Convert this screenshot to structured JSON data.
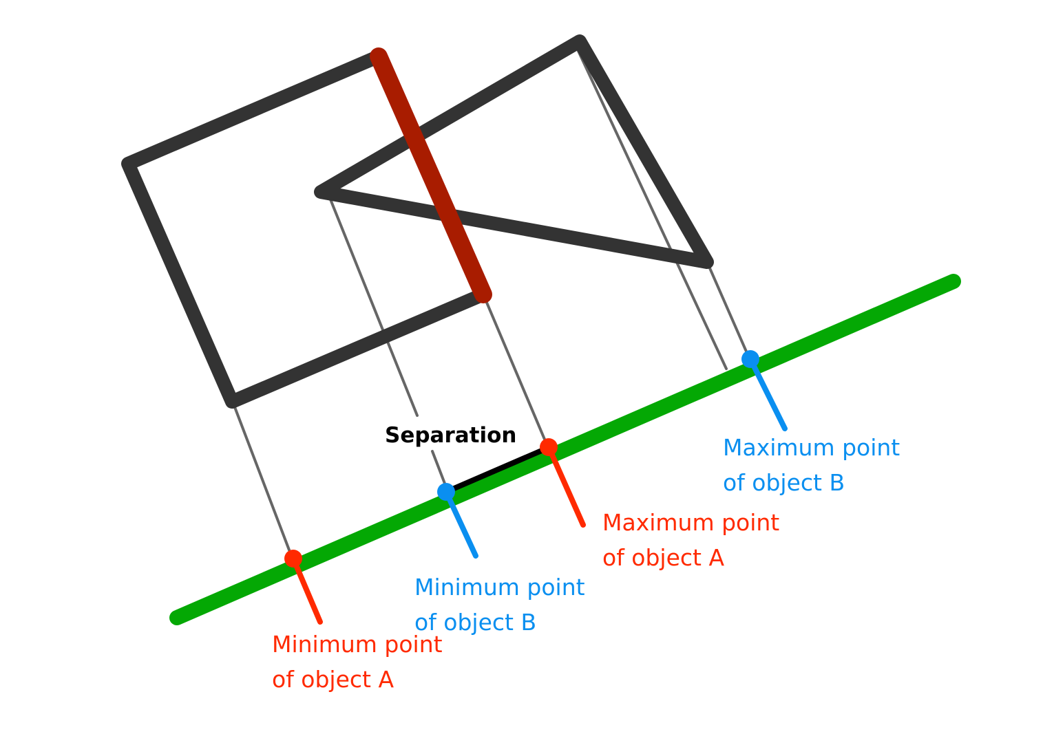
{
  "diagram": {
    "labels": {
      "separation": "Separation",
      "min_a": {
        "line1": "Minimum point",
        "line2": "of object A"
      },
      "max_a": {
        "line1": "Maximum point",
        "line2": "of object A"
      },
      "min_b": {
        "line1": "Minimum point",
        "line2": "of object B"
      },
      "max_b": {
        "line1": "Maximum point",
        "line2": "of object B"
      }
    },
    "colors": {
      "object_outline": "#333333",
      "highlight_edge": "#a81c00",
      "projection_axis": "#04a804",
      "projection_line": "#666666",
      "object_a_point": "#ff2a00",
      "object_b_point": "#0a8ff0",
      "separation_segment": "#000000"
    }
  }
}
